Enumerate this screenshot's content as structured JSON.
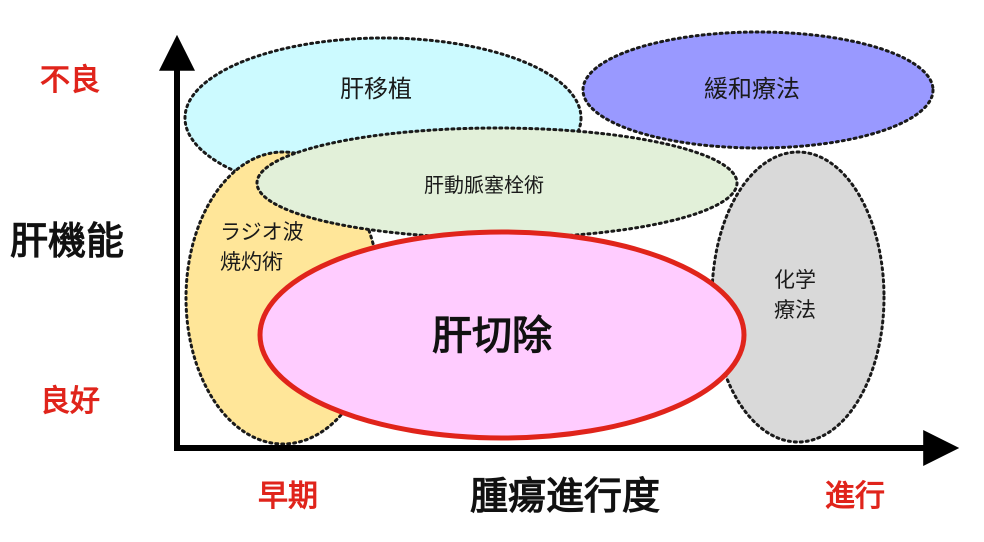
{
  "axes": {
    "y_title": "肝機能",
    "x_title": "腫瘍進行度",
    "y_top": "不良",
    "y_bottom": "良好",
    "x_left": "早期",
    "x_right": "進行"
  },
  "regions": {
    "transplant": {
      "label": "肝移植",
      "fill": "#ccfaff"
    },
    "palliative": {
      "label": "緩和療法",
      "fill": "#9999ff"
    },
    "tace": {
      "label": "肝動脈塞栓術",
      "fill": "#e2f0d9"
    },
    "rfa": {
      "line1": "ラジオ波",
      "line2": "焼灼術",
      "fill": "#ffe699"
    },
    "chemo": {
      "line1": "化学",
      "line2": "療法",
      "fill": "#d9d9d9"
    },
    "resection": {
      "label": "肝切除",
      "fill": "#ffccff",
      "stroke": "#e0241b"
    }
  },
  "colors": {
    "accent_red": "#e0241b",
    "axis": "#000000"
  }
}
